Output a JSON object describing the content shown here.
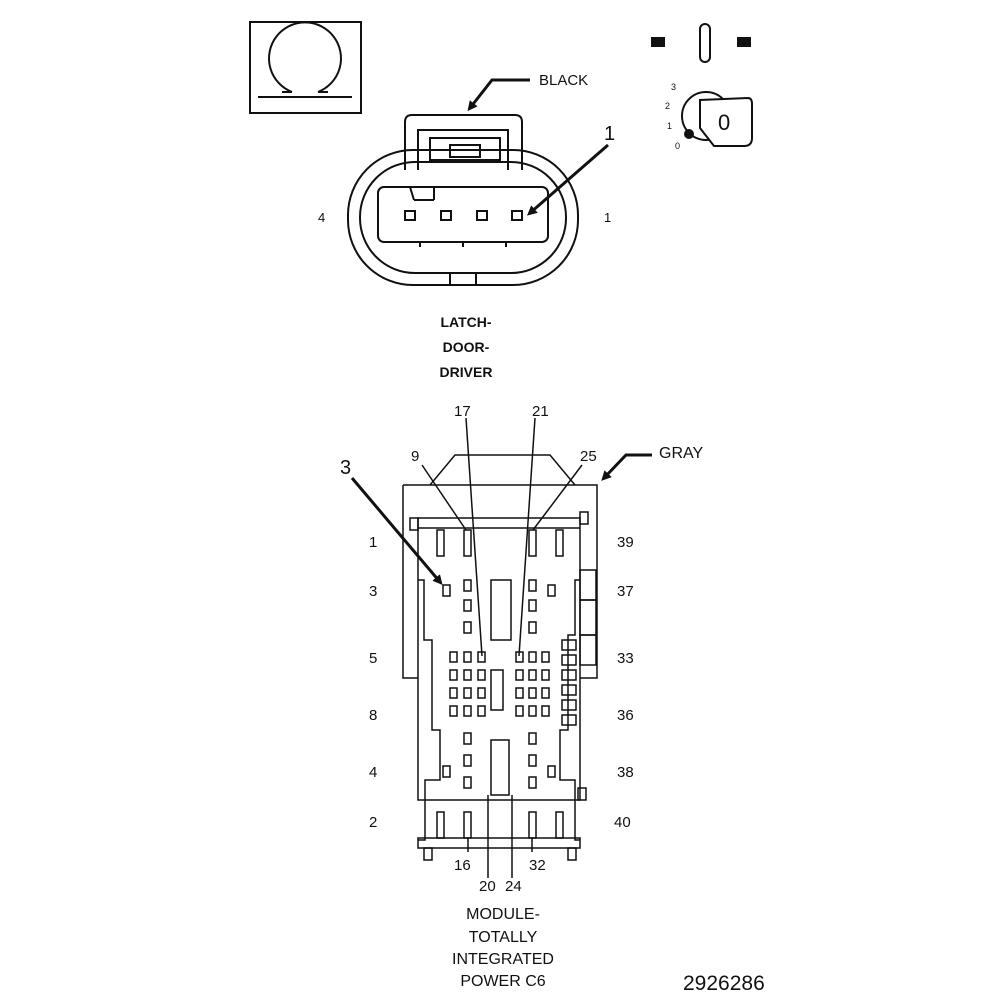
{
  "upper_connector": {
    "color_label": "BLACK",
    "callout_1": "1",
    "pin_left": "4",
    "pin_right": "1",
    "name_lines": [
      "LATCH-",
      "DOOR-",
      "DRIVER"
    ]
  },
  "key_switch": {
    "positions": [
      "3",
      "2",
      "1",
      "0"
    ],
    "key_glyph": "0"
  },
  "lower_connector": {
    "color_label": "GRAY",
    "callout_3": "3",
    "top_labels": [
      "9",
      "17",
      "21",
      "25"
    ],
    "left_pins": [
      "1",
      "3",
      "5",
      "8",
      "4",
      "2"
    ],
    "right_pins": [
      "39",
      "37",
      "33",
      "36",
      "38",
      "40"
    ],
    "bottom_labels": [
      "16",
      "20",
      "24",
      "32"
    ],
    "name_lines": [
      "MODULE-",
      "TOTALLY",
      "INTEGRATED",
      "POWER C6"
    ]
  },
  "figure_number": "2926286"
}
